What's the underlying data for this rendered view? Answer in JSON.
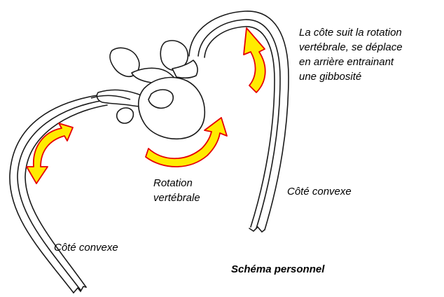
{
  "labels": {
    "annotation_lines": [
      "La côte suit la rotation",
      "vertébrale,  se déplace",
      "en arrière entrainant",
      "une gibbosité"
    ],
    "rotation_lines": [
      "Rotation",
      "vertébrale"
    ],
    "convex_right": "Côté convexe",
    "convex_left": "Côté convexe",
    "credit": "Schéma personnel"
  },
  "colors": {
    "arrow_fill": "#FFEB00",
    "arrow_stroke": "#E60000",
    "line": "#1a1a1a"
  }
}
